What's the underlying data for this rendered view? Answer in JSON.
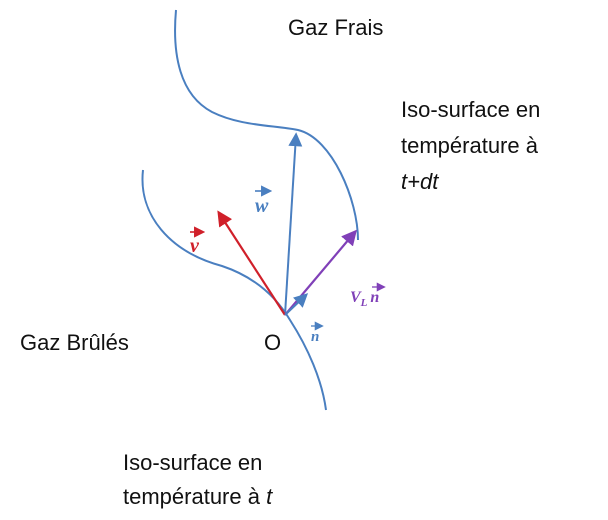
{
  "colors": {
    "curve": "#4a7fc0",
    "vector_w": "#4a7fc0",
    "vector_v": "#d0202a",
    "vector_vln": "#8040b8",
    "vector_n": "#4a7fc0",
    "text": "#111111"
  },
  "labels": {
    "fresh_gas": "Gaz Frais",
    "burnt_gas": "Gaz Brûlés",
    "origin": "O",
    "iso_next_line1": "Iso-surface en",
    "iso_next_line2": "température à",
    "iso_next_line3": "t+dt",
    "iso_now_line1": "Iso-surface en",
    "iso_now_line2": "température à",
    "iso_now_t": "t"
  },
  "vectors": {
    "w": "w",
    "v": "v",
    "n": "n",
    "vl_base": "V",
    "vl_sub": "L",
    "vl_n": "n"
  }
}
